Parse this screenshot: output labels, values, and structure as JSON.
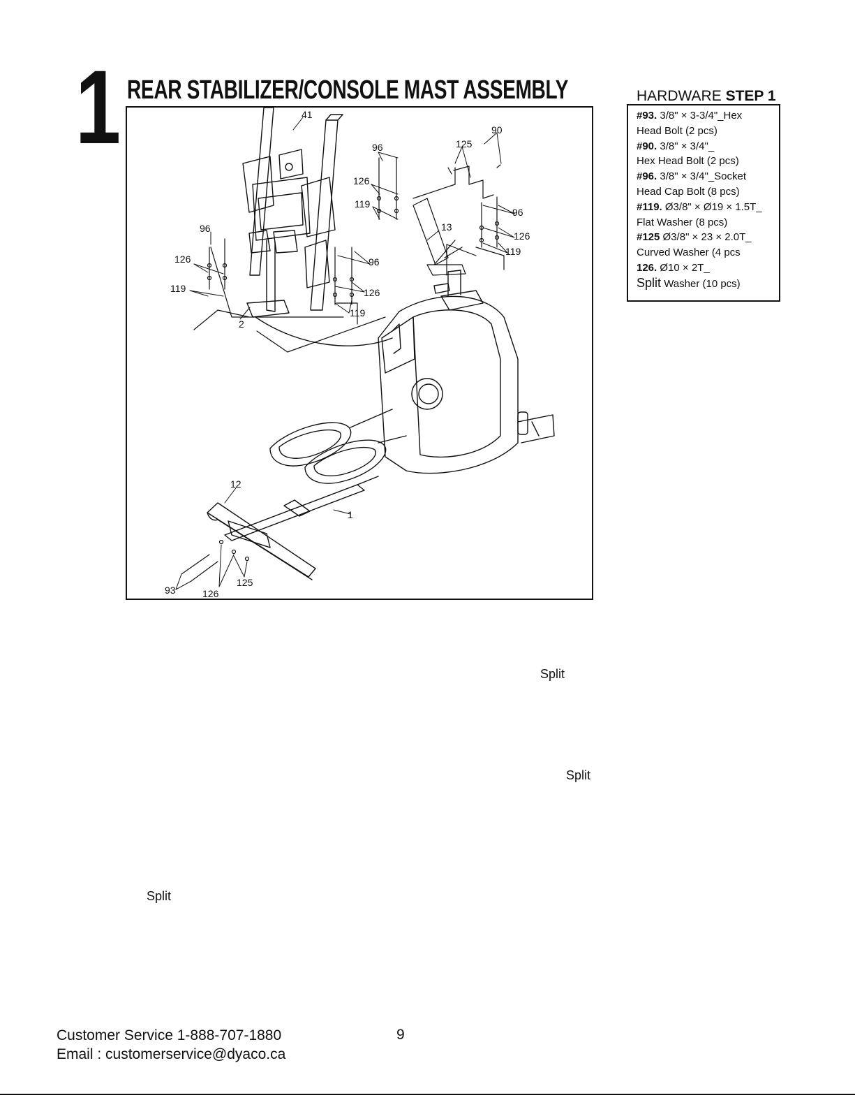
{
  "step": {
    "number": "1",
    "title": "REAR STABILIZER/CONSOLE MAST ASSEMBLY"
  },
  "hardware": {
    "heading_light": "HARDWARE",
    "heading_bold": "STEP 1",
    "items": [
      {
        "code": "#93.",
        "text": "3/8\" × 3-3/4\"_Hex",
        "text2": "Head Bolt (2 pcs)"
      },
      {
        "code": "#90.",
        "text": "3/8\" × 3/4\"_",
        "text2": "Hex Head Bolt (2 pcs)"
      },
      {
        "code": "#96.",
        "text": "3/8\" × 3/4\"_Socket",
        "text2": "Head Cap Bolt (8 pcs)"
      },
      {
        "code": "#119.",
        "text": "Ø3/8\" × Ø19 × 1.5T_",
        "text2": "Flat Washer (8 pcs)"
      },
      {
        "code": "#125",
        "text": "Ø3/8\" × 23 × 2.0T_",
        "text2": "Curved Washer (4 pcs"
      },
      {
        "code": "126.",
        "text": "Ø10 × 2T_",
        "text2_lead": "Split",
        "text2": "Washer (10 pcs)"
      }
    ]
  },
  "diagram": {
    "callouts": {
      "c41": "41",
      "c90": "90",
      "c96a": "96",
      "c125a": "125",
      "c126a": "126",
      "c119a": "119",
      "c13": "13",
      "c96b": "96",
      "c126b": "126",
      "c119b": "119",
      "c96c": "96",
      "c126c": "126",
      "c119c": "119",
      "c96d": "96",
      "c126d": "126",
      "c119d": "119",
      "c2": "2",
      "c12": "12",
      "c1": "1",
      "c93": "93",
      "c125b": "125",
      "c126e": "126"
    }
  },
  "body_words": {
    "split1": "Split",
    "split2": "Split",
    "split3": "Split"
  },
  "footer": {
    "service": "Customer Service 1-888-707-1880",
    "email": "Email : customerservice@dyaco.ca",
    "page": "9"
  }
}
